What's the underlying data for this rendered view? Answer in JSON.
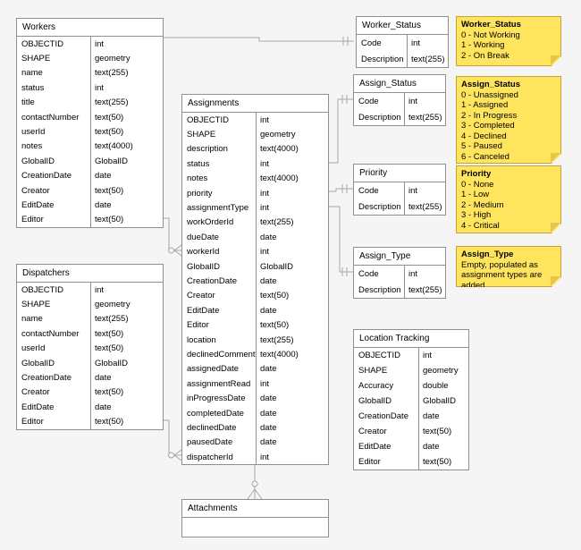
{
  "colors": {
    "background": "#f5f5f5",
    "table_fill": "#ffffff",
    "table_border": "#8f8f8f",
    "connector_line": "#a6a6a6",
    "note_fill": "#ffe45e",
    "note_border": "#c9a13b",
    "text": "#000000"
  },
  "tables": {
    "workers": {
      "title": "Workers",
      "fields": [
        {
          "name": "OBJECTID",
          "type": "int"
        },
        {
          "name": "SHAPE",
          "type": "geometry"
        },
        {
          "name": "name",
          "type": "text(255)"
        },
        {
          "name": "status",
          "type": "int"
        },
        {
          "name": "title",
          "type": "text(255)"
        },
        {
          "name": "contactNumber",
          "type": "text(50)"
        },
        {
          "name": "userId",
          "type": "text(50)"
        },
        {
          "name": "notes",
          "type": "text(4000)"
        },
        {
          "name": "GlobalID",
          "type": "GlobalID"
        },
        {
          "name": "CreationDate",
          "type": "date"
        },
        {
          "name": "Creator",
          "type": "text(50)"
        },
        {
          "name": "EditDate",
          "type": "date"
        },
        {
          "name": "Editor",
          "type": "text(50)"
        }
      ]
    },
    "dispatchers": {
      "title": "Dispatchers",
      "fields": [
        {
          "name": "OBJECTID",
          "type": "int"
        },
        {
          "name": "SHAPE",
          "type": "geometry"
        },
        {
          "name": "name",
          "type": "text(255)"
        },
        {
          "name": "contactNumber",
          "type": "text(50)"
        },
        {
          "name": "userId",
          "type": "text(50)"
        },
        {
          "name": "GlobalID",
          "type": "GlobalID"
        },
        {
          "name": "CreationDate",
          "type": "date"
        },
        {
          "name": "Creator",
          "type": "text(50)"
        },
        {
          "name": "EditDate",
          "type": "date"
        },
        {
          "name": "Editor",
          "type": "text(50)"
        }
      ]
    },
    "assignments": {
      "title": "Assignments",
      "fields": [
        {
          "name": "OBJECTID",
          "type": "int"
        },
        {
          "name": "SHAPE",
          "type": "geometry"
        },
        {
          "name": "description",
          "type": "text(4000)"
        },
        {
          "name": "status",
          "type": "int"
        },
        {
          "name": "notes",
          "type": "text(4000)"
        },
        {
          "name": "priority",
          "type": "int"
        },
        {
          "name": "assignmentType",
          "type": "int"
        },
        {
          "name": "workOrderId",
          "type": "text(255)"
        },
        {
          "name": "dueDate",
          "type": "date"
        },
        {
          "name": "workerId",
          "type": "int"
        },
        {
          "name": "GlobalID",
          "type": "GlobalID"
        },
        {
          "name": "CreationDate",
          "type": "date"
        },
        {
          "name": "Creator",
          "type": "text(50)"
        },
        {
          "name": "EditDate",
          "type": "date"
        },
        {
          "name": "Editor",
          "type": "text(50)"
        },
        {
          "name": "location",
          "type": "text(255)"
        },
        {
          "name": "declinedComment",
          "type": "text(4000)"
        },
        {
          "name": "assignedDate",
          "type": "date"
        },
        {
          "name": "assignmentRead",
          "type": "int"
        },
        {
          "name": "inProgressDate",
          "type": "date"
        },
        {
          "name": "completedDate",
          "type": "date"
        },
        {
          "name": "declinedDate",
          "type": "date"
        },
        {
          "name": "pausedDate",
          "type": "date"
        },
        {
          "name": "dispatcherId",
          "type": "int"
        }
      ]
    },
    "worker_status": {
      "title": "Worker_Status",
      "fields": [
        {
          "name": "Code",
          "type": "int"
        },
        {
          "name": "Description",
          "type": "text(255)"
        }
      ]
    },
    "assign_status": {
      "title": "Assign_Status",
      "fields": [
        {
          "name": "Code",
          "type": "int"
        },
        {
          "name": "Description",
          "type": "text(255)"
        }
      ]
    },
    "priority": {
      "title": "Priority",
      "fields": [
        {
          "name": "Code",
          "type": "int"
        },
        {
          "name": "Description",
          "type": "text(255)"
        }
      ]
    },
    "assign_type": {
      "title": "Assign_Type",
      "fields": [
        {
          "name": "Code",
          "type": "int"
        },
        {
          "name": "Description",
          "type": "text(255)"
        }
      ]
    },
    "location_tracking": {
      "title": "Location Tracking",
      "fields": [
        {
          "name": "OBJECTID",
          "type": "int"
        },
        {
          "name": "SHAPE",
          "type": "geometry"
        },
        {
          "name": "Accuracy",
          "type": "double"
        },
        {
          "name": "GlobalID",
          "type": "GlobalID"
        },
        {
          "name": "CreationDate",
          "type": "date"
        },
        {
          "name": "Creator",
          "type": "text(50)"
        },
        {
          "name": "EditDate",
          "type": "date"
        },
        {
          "name": "Editor",
          "type": "text(50)"
        }
      ]
    },
    "attachments": {
      "title": "Attachments",
      "fields": []
    }
  },
  "notes": {
    "worker_status": {
      "title": "Worker_Status",
      "lines": [
        "0 - Not Working",
        "1 - Working",
        "2 - On Break"
      ]
    },
    "assign_status": {
      "title": "Assign_Status",
      "lines": [
        "0 - Unassigned",
        "1 - Assigned",
        "2 - In Progress",
        "3 - Completed",
        "4 - Declined",
        "5 - Paused",
        "6 - Canceled"
      ]
    },
    "priority": {
      "title": "Priority",
      "lines": [
        "0 - None",
        "1 - Low",
        "2 - Medium",
        "3 - High",
        "4 - Critical"
      ]
    },
    "assign_type": {
      "title": "Assign_Type",
      "lines": [
        "Empty, populated as assignment types are added"
      ]
    }
  },
  "connectors": [
    {
      "from": "Workers",
      "to": "Worker_Status"
    },
    {
      "from": "Workers",
      "to": "Assignments"
    },
    {
      "from": "Dispatchers",
      "to": "Assignments"
    },
    {
      "from": "Assignments",
      "to": "Assign_Status"
    },
    {
      "from": "Assignments",
      "to": "Priority"
    },
    {
      "from": "Assignments",
      "to": "Assign_Type"
    },
    {
      "from": "Assignments",
      "to": "Attachments"
    }
  ]
}
